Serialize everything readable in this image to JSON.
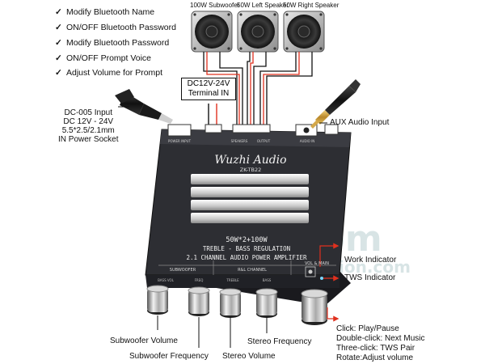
{
  "features": [
    "Modify Bluetooth Name",
    "ON/OFF Bluetooth Password",
    "Modify Bluetooth Password",
    "ON/OFF Prompt Voice",
    "Adjust Volume for Prompt"
  ],
  "check_glyph": "✓",
  "speakers": {
    "subwoofer": "100W Subwoofer",
    "left": "50W Left Speaker",
    "right": "50W Right Speaker"
  },
  "terminal": {
    "line1": "DC12V-24V",
    "line2": "Terminal IN"
  },
  "dc_input": [
    "DC-005 Input",
    "DC 12V - 24V",
    "5.5*2.5/2.1mm",
    "IN Power Socket"
  ],
  "aux_input": "AUX Audio Input",
  "board": {
    "brand": "Wuzhi Audio",
    "model": "ZK-TB22",
    "power_line": "50W*2+100W",
    "line2": "TREBLE - BASS REGULATION",
    "line3": "2.1 CHANNEL AUDIO POWER AMPLIFIER",
    "section_sub": "SUBWOOFER",
    "section_rl": "R&L CHANNEL",
    "section_vol": "VOL & MAIN",
    "knob_sub_a": "BASS VOL",
    "knob_sub_b": "FREQ",
    "knob_rl_a": "TREBLE",
    "knob_rl_b": "BASS",
    "top_power": "POWER INPUT",
    "top_spk": "SPEAKERS",
    "top_out": "OUTPUT",
    "top_audio": "AUDIO IN"
  },
  "indicators": {
    "work": "Work Indicator",
    "tws": "TWS Indicator"
  },
  "knobs": {
    "subwoofer_volume": "Subwoofer Volume",
    "subwoofer_frequency": "Subwoofer Frequency",
    "stereo_volume": "Stereo Volume",
    "stereo_frequency": "Stereo Frequency"
  },
  "button_actions": [
    "Click: Play/Pause",
    "Double-click: Next Music",
    "Three-click: TWS Pair",
    "Rotate:Adjust volume"
  ],
  "watermark": {
    "main": "Staiter.com",
    "sub": "ation.com"
  },
  "colors": {
    "line": "#111111",
    "arrow": "#e0301e",
    "panel": "#2d2e33"
  }
}
